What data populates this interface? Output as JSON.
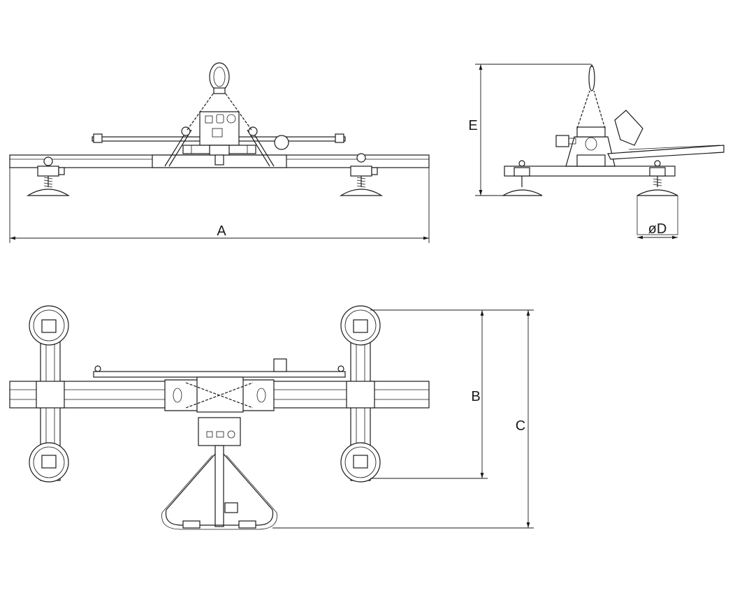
{
  "dimensions": {
    "a": "A",
    "b": "B",
    "c": "C",
    "d": "øD",
    "e": "E"
  }
}
